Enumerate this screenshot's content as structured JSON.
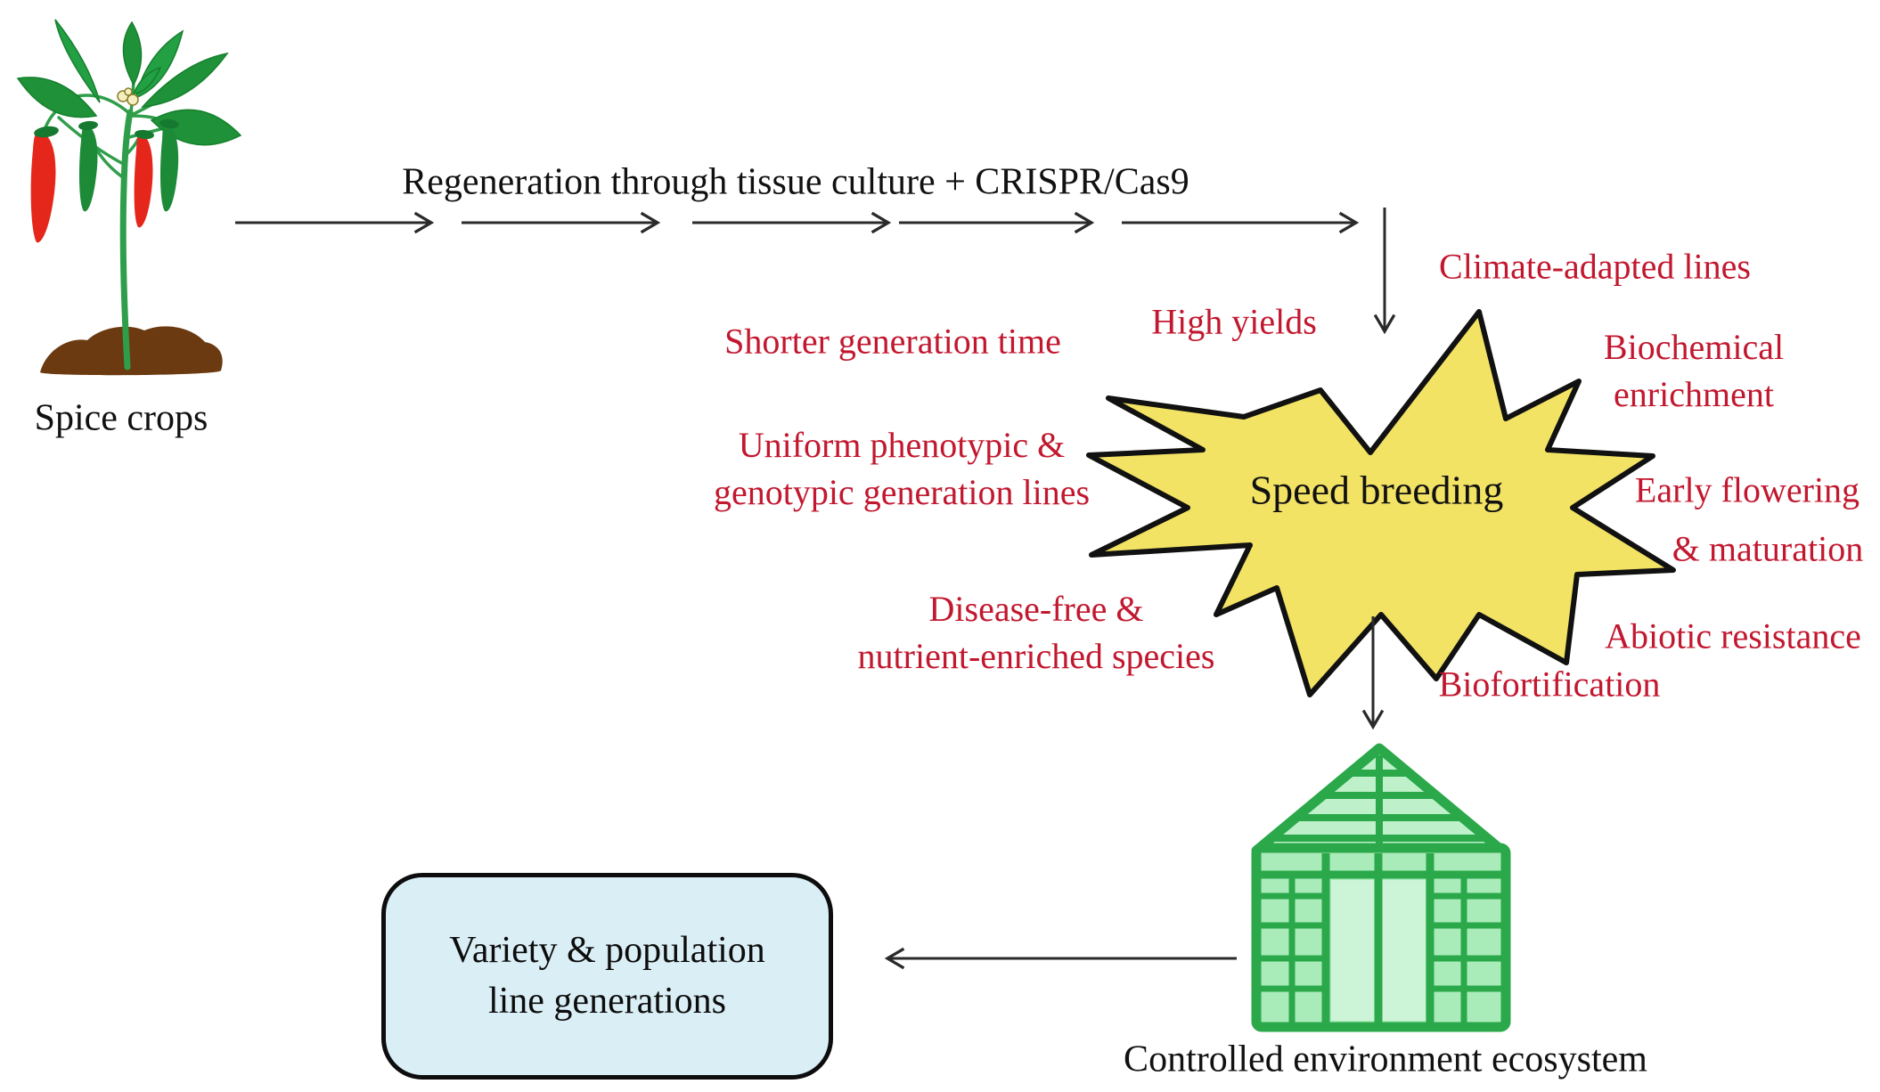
{
  "diagram": {
    "source_label": "Spice crops",
    "process_label": "Regeneration through tissue culture + CRISPR/Cas9",
    "hub_label": "Speed breeding",
    "greenhouse_label": "Controlled environment ecosystem",
    "outcome_box": {
      "line1": "Variety & population",
      "line2": "line generations"
    },
    "benefits": {
      "shorter_generation": "Shorter generation time",
      "high_yields": "High yields",
      "climate_adapted": "Climate-adapted lines",
      "biochemical": {
        "line1": "Biochemical",
        "line2": "enrichment"
      },
      "early_flowering": {
        "line1": "Early flowering",
        "line2": "& maturation"
      },
      "abiotic": "Abiotic resistance",
      "biofortification": "Biofortification",
      "disease_free": {
        "line1": "Disease-free &",
        "line2": "nutrient-enriched species"
      },
      "uniform": {
        "line1": "Uniform phenotypic &",
        "line2": "genotypic generation lines"
      }
    },
    "colors": {
      "benefit_text": "#c2182f",
      "star_fill": "#f3e365",
      "box_fill": "#daeef6",
      "greenhouse_frame": "#2aa84a",
      "chili_red": "#e4261b",
      "leaf_green": "#1f9138",
      "soil_brown": "#6b3a10"
    }
  }
}
